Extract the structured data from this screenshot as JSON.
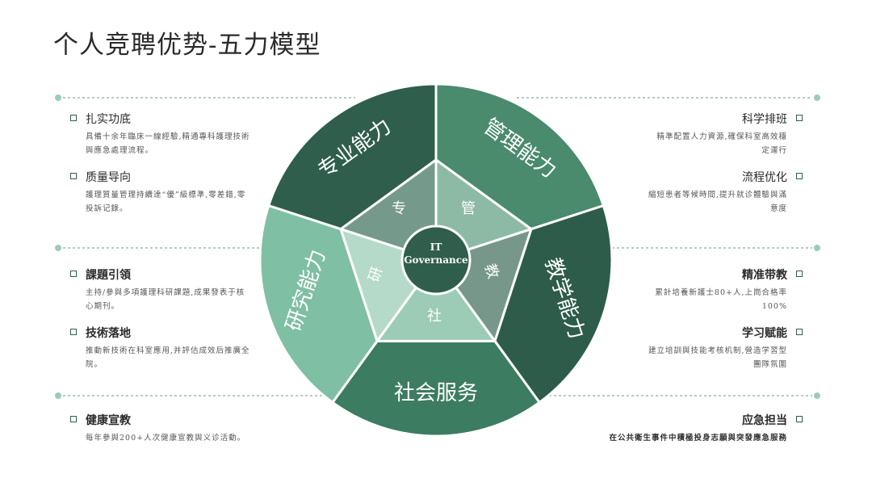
{
  "title": "个人竞聘优势-五力模型",
  "colors": {
    "outer_professional": "#2f5e4c",
    "outer_management": "#4a8a6d",
    "outer_teaching": "#2e5c4b",
    "outer_social": "#3c7c61",
    "outer_research": "#7fbfa4",
    "inner_professional": "#75998a",
    "inner_management": "#8dbaa5",
    "inner_teaching": "#77978b",
    "inner_social": "#9ccbb6",
    "inner_research": "#b6dac9",
    "center": "#2f5e4c",
    "accent_dot": "#9cccb8",
    "line": "#6a9a86"
  },
  "model": {
    "center_line1": "IT",
    "center_line2": "Governance",
    "outer": {
      "professional": "专业能力",
      "management": "管理能力",
      "teaching": "教学能力",
      "social": "社会服务",
      "research": "研究能力"
    },
    "inner": {
      "professional": "专",
      "management": "管",
      "teaching": "教",
      "social": "社",
      "research": "研"
    }
  },
  "left": {
    "items": [
      {
        "title": "扎实功底",
        "desc": "具備十余年臨床一線經驗,精通專科護理技術與應急處理流程。"
      },
      {
        "title": "质量导向",
        "desc": "護理質量管理持續達“優”級標準,零差錯,零投訴记錄。"
      },
      {
        "title": "課題引領",
        "desc": "主持/參與多項護理科研課題,成果發表于核心期刊。"
      },
      {
        "title": "技術落地",
        "desc": "推動新技術在科室應用,并評估成效后推廣全院。"
      },
      {
        "title": "健康宣教",
        "desc": "每年參與200+人次健康宣教與义诊活動。"
      }
    ]
  },
  "right": {
    "items": [
      {
        "title": "科学排班",
        "desc": "精準配置人力資源,確保科室高效穩定運行"
      },
      {
        "title": "流程优化",
        "desc": "縮短患者等候時間,提升就诊體驗與滿意度"
      },
      {
        "title": "精准带教",
        "desc": "累計培養新護士80+人,上崗合格率100%"
      },
      {
        "title": "学习赋能",
        "desc": "建立培訓與技能考核机制,營造学習型團隊氛圍"
      },
      {
        "title": "应急担当",
        "desc": "在公共衛生事件中積極投身志願與突發應急服務"
      }
    ]
  }
}
